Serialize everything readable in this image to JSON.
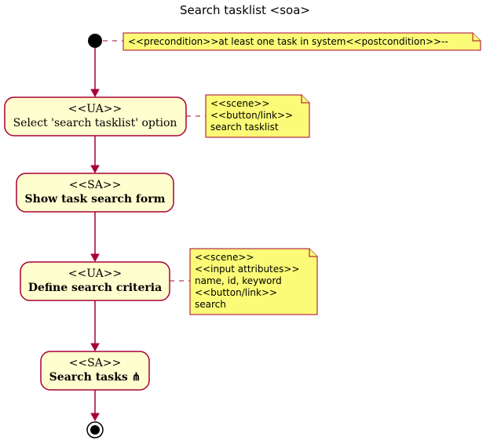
{
  "title": "Search tasklist <soa>",
  "activities": [
    {
      "stereotype": "<<UA>>",
      "label": "Select 'search tasklist' option"
    },
    {
      "stereotype": "<<SA>>",
      "label": "Show task search form"
    },
    {
      "stereotype": "<<UA>>",
      "label": "Define search criteria"
    },
    {
      "stereotype": "<<SA>>",
      "label": "Search tasks ⋔"
    }
  ],
  "notes": [
    {
      "lines": [
        "<<precondition>>at least one task in system<<postcondition>>--"
      ]
    },
    {
      "lines": [
        "<<scene>>",
        "<<button/link>>",
        "search tasklist"
      ]
    },
    {
      "lines": [
        "<<scene>>",
        "<<input attributes>>",
        "name, id, keyword",
        "<<button/link>>",
        "search"
      ]
    }
  ],
  "colors": {
    "activity_fill": "#FEFECE",
    "note_fill": "#FBFB77",
    "border": "#A80036"
  }
}
